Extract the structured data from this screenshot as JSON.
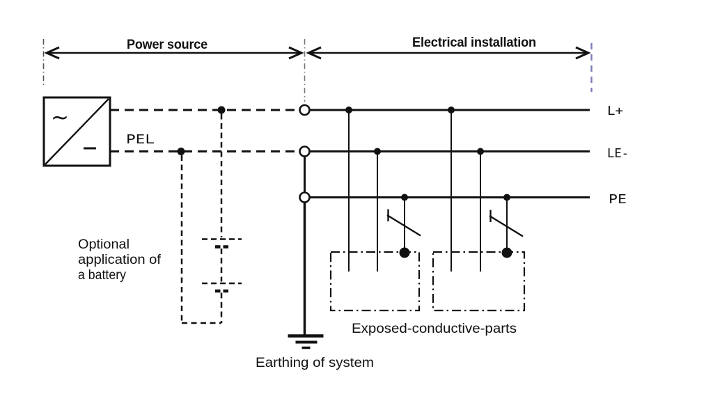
{
  "diagram": {
    "kind": "earthing-system-wiring-diagram",
    "regions": {
      "power_source": "Power source",
      "electrical_installation": "Electrical installation"
    },
    "converter": {
      "ac_symbol": "~",
      "dc_symbol": "−",
      "output_label": "PEL"
    },
    "conductors": [
      {
        "label": "L+"
      },
      {
        "label": "LE-"
      },
      {
        "label": "PE"
      }
    ],
    "battery_note": {
      "line1": "Optional",
      "line2": "application of",
      "line3": "a battery"
    },
    "earthing_label": "Earthing of system",
    "exposed_parts_label": "Exposed-conductive-parts",
    "colors": {
      "ink": "#111111",
      "boundary_blue": "#7b7bb5",
      "background": "#ffffff"
    }
  }
}
